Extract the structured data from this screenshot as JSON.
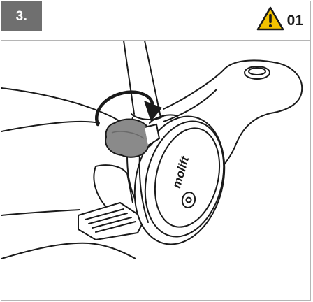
{
  "header": {
    "step_number": "3.",
    "warning_icon": "warning-triangle-icon",
    "warning_code": "01"
  },
  "illustration": {
    "brand_label": "molift",
    "rotation_arrow_icon": "rotate-clockwise-arrow-icon"
  },
  "colors": {
    "step_badge_bg": "#6f6f6f",
    "warning_yellow": "#f2c200",
    "frame_border": "#b5b5b5",
    "knob_gray": "#8a8a8a",
    "line_black": "#1a1a1a"
  }
}
